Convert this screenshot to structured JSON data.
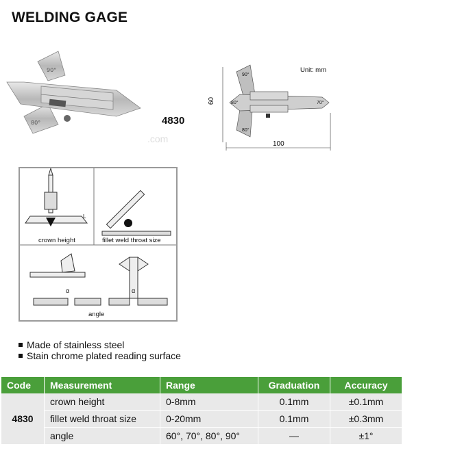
{
  "title": "WELDING GAGE",
  "model": "4830",
  "drawing": {
    "unit": "Unit: mm",
    "angle_90": "90°",
    "angle_80_left": "80°",
    "angle_70": "70°",
    "angle_80_bottom": "80°",
    "dim_height": "60",
    "dim_width": "100"
  },
  "usage": {
    "crown_height": "crown height",
    "fillet": "fillet weld throat size",
    "angle": "angle",
    "alpha": "α",
    "L": "L"
  },
  "features": [
    "Made of stainless steel",
    "Stain chrome plated reading surface"
  ],
  "table": {
    "headers": [
      "Code",
      "Measurement",
      "Range",
      "Graduation",
      "Accuracy"
    ],
    "code": "4830",
    "rows": [
      {
        "measurement": "crown height",
        "range": "0-8mm",
        "graduation": "0.1mm",
        "accuracy": "±0.1mm"
      },
      {
        "measurement": "fillet weld throat size",
        "range": "0-20mm",
        "graduation": "0.1mm",
        "accuracy": "±0.3mm"
      },
      {
        "measurement": "angle",
        "range": "60°, 70°, 80°, 90°",
        "graduation": "—",
        "accuracy": "±1°"
      }
    ]
  }
}
